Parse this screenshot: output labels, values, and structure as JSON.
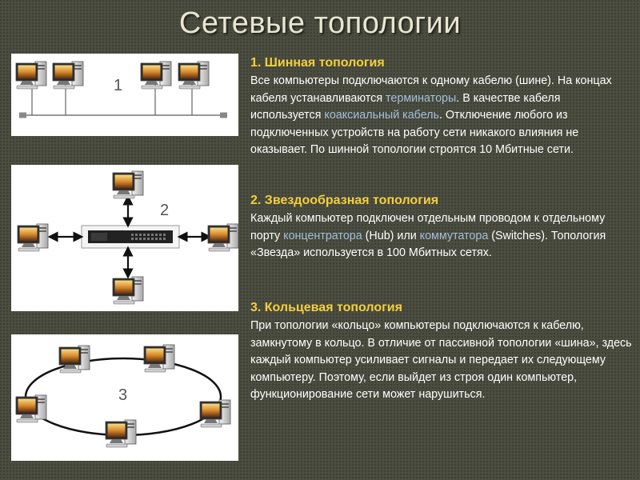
{
  "title": "Сетевые топологии",
  "section1": {
    "heading": "1. Шинная топология",
    "s1": "Все компьютеры подключаются к одному кабелю (шине). На концах кабеля устанавливаются ",
    "hl1": "терминаторы",
    "s2": ". В качестве кабеля используется ",
    "hl2": "коаксиальный кабель",
    "s3": ". Отключение любого из подключенных устройств на работу сети никакого влияния не оказывает. По шинной топологии строятся 10 Мбитные сети.",
    "diagram_label": "1"
  },
  "section2": {
    "heading": "2. Звездообразная топология",
    "s1": "Каждый компьютер подключен отдельным проводом к отдельному порту ",
    "hl1": "концентратора",
    "s2": " (Hub) или ",
    "hl2": "коммутатора",
    "s3": " (Switches). Топология «Звезда» используется в 100 Мбитных сетях.",
    "diagram_label": "2"
  },
  "section3": {
    "heading": "3. Кольцевая топология",
    "body": "При топологии «кольцо» компьютеры подключаются к кабелю, замкнутому в кольцо. В отличие от пассивной топологии «шина», здесь каждый компьютер усиливает сигналы и передает их следующему компьютеру. Поэтому, если выйдет из строя один компьютер, функционирование сети может нарушиться.",
    "diagram_label": "3"
  },
  "colors": {
    "background": "#4a4d3f",
    "title": "#e8e5d0",
    "heading": "#f5cf3c",
    "highlight": "#a6bfdd",
    "body_text": "#ffffff"
  },
  "icons": [
    "computer-icon",
    "network-switch-icon",
    "double-arrow-icon",
    "ring-cable",
    "bus-cable"
  ]
}
